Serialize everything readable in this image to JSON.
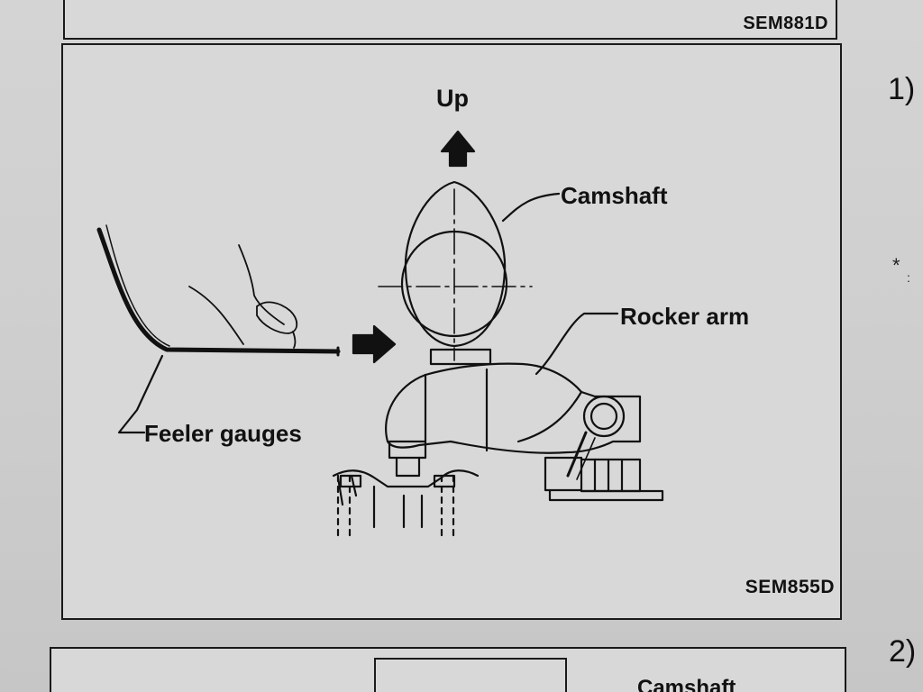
{
  "top_figure": {
    "code": "SEM881D"
  },
  "main_figure": {
    "code": "SEM855D",
    "labels": {
      "up": "Up",
      "camshaft": "Camshaft",
      "rocker_arm": "Rocker arm",
      "feeler_gauges": "Feeler gauges"
    }
  },
  "side_steps": {
    "step1": "1)",
    "step2": "2)"
  },
  "bottom_figure": {
    "label_partial": "Camshaft"
  }
}
